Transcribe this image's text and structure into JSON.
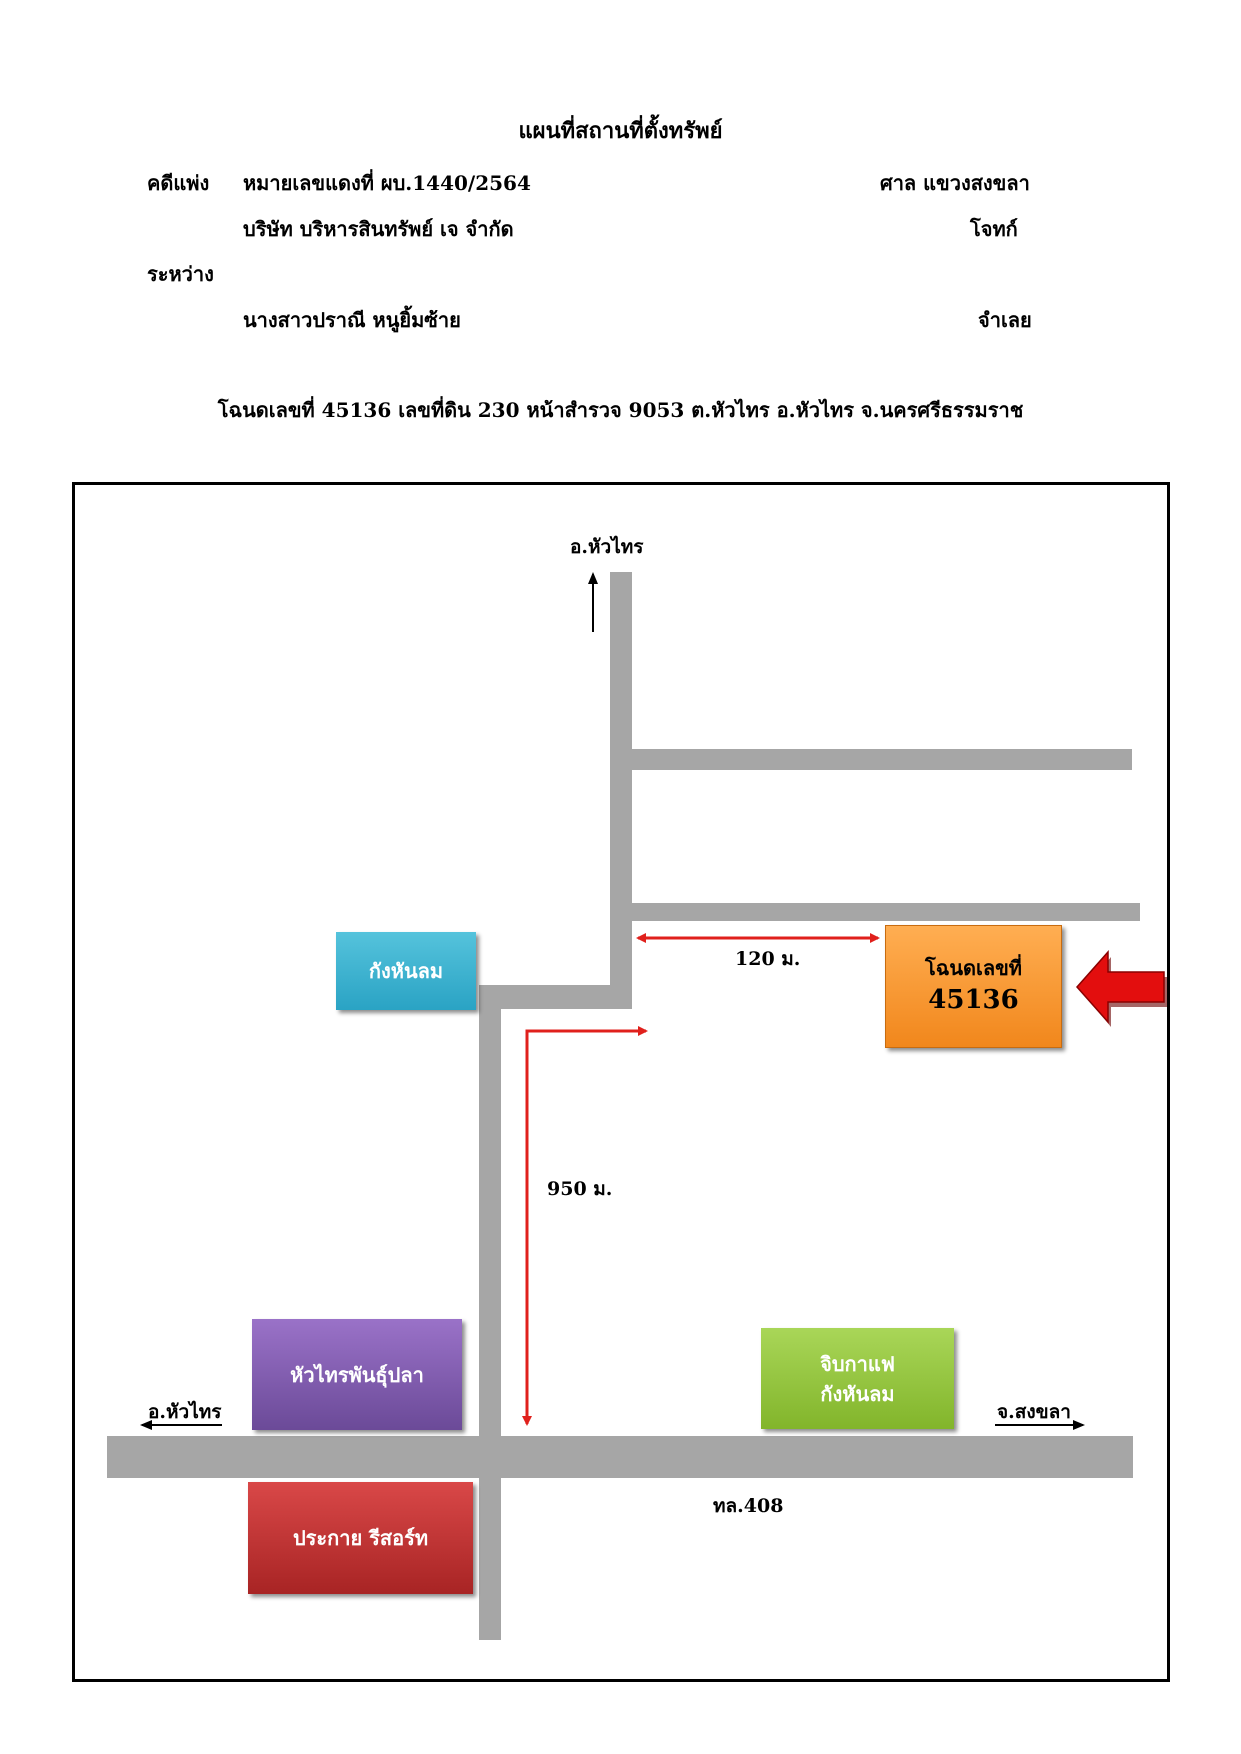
{
  "header": {
    "title": "แผนที่สถานที่ตั้งทรัพย์",
    "case_type": "คดีแพ่ง",
    "case_number": "หมายเลขแดงที่  ผบ.1440/2564",
    "court": "ศาล แขวงสงขลา",
    "plaintiff_name": "บริษัท บริหารสินทรัพย์ เจ จำกัด",
    "plaintiff_role": "โจทก์",
    "between": "ระหว่าง",
    "defendant_name": "นางสาวปราณี  หนูยิ้มซ้าย",
    "defendant_role": "จำเลย",
    "deed_line": "โฉนดเลขที่  45136  เลขที่ดิน  230   หน้าสำรวจ  9053  ต.หัวไทร  อ.หัวไทร  จ.นครศรีธรรมราช"
  },
  "map": {
    "north_label": "อ.หัวไทร",
    "west_label": "อ.หัวไทร",
    "east_label": "จ.สงขลา",
    "highway_label": "ทล.408",
    "distance_1": "120 ม.",
    "distance_2": "950 ม.",
    "landmarks": {
      "kanghanlom": "กังหันลม",
      "target_title": "โฉนดเลขที่",
      "target_number": "45136",
      "huasai_fish": "หัวไทรพันธุ์ปลา",
      "cafe_line1": "จิบกาแฟ",
      "cafe_line2": "กังหันลม",
      "resort": "ประกาย รีสอร์ท"
    },
    "colors": {
      "road": "#a6a6a6",
      "distance_arrow": "#e0201c",
      "pointer_arrow": "#e30e0e",
      "cyan_box": "#2aa3c4",
      "orange_box": "#f1871c",
      "purple_box": "#6b4a98",
      "green_box": "#82b52b",
      "red_box": "#a82424"
    }
  }
}
